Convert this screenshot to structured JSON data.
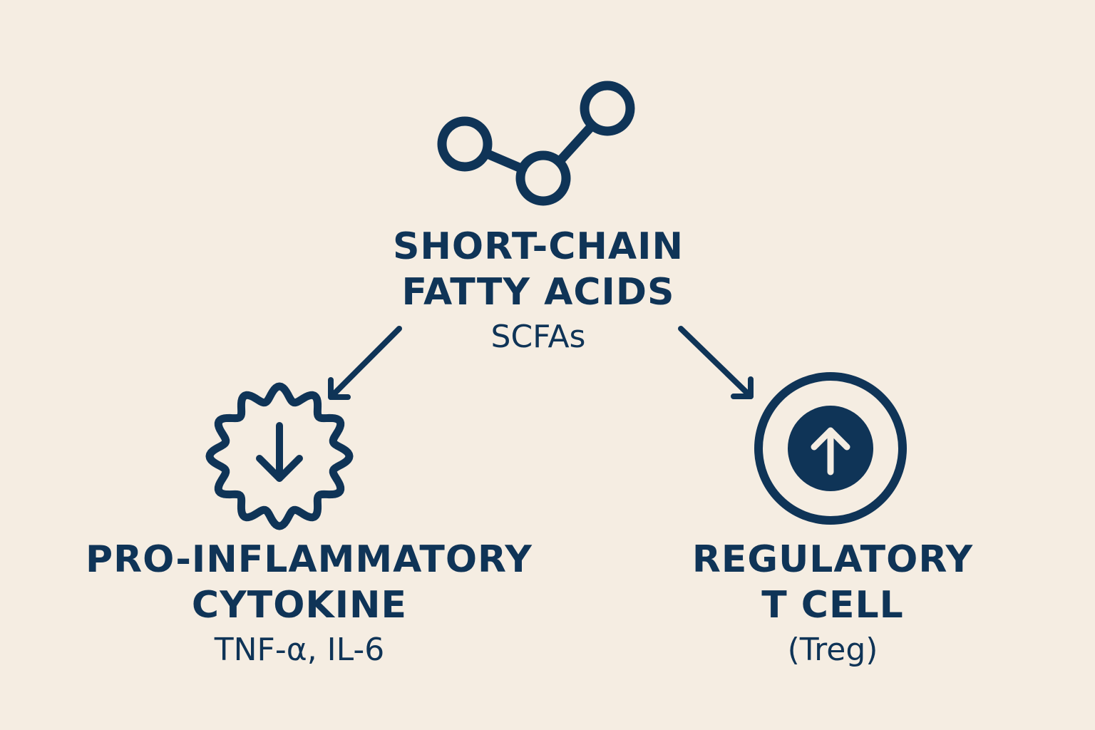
{
  "colors": {
    "background": "#f5ede2",
    "ink": "#0f3457"
  },
  "nodes": {
    "scfa": {
      "title_line1": "SHORT-CHAIN",
      "title_line2": "FATTY ACIDS",
      "subtitle": "SCFAs",
      "icon": "molecule-chain-icon"
    },
    "cytokine": {
      "title_line1": "PRO-INFLAMMATORY",
      "title_line2": "CYTOKINE",
      "subtitle": "TNF-α, IL-6",
      "icon": "cytokine-cell-down-arrow-icon",
      "direction": "decrease"
    },
    "treg": {
      "title_line1": "REGULATORY",
      "title_line2": "T CELL",
      "subtitle": "(Treg)",
      "icon": "t-cell-up-arrow-icon",
      "direction": "increase"
    }
  },
  "edges": [
    {
      "from": "scfa",
      "to": "cytokine"
    },
    {
      "from": "scfa",
      "to": "treg"
    }
  ]
}
